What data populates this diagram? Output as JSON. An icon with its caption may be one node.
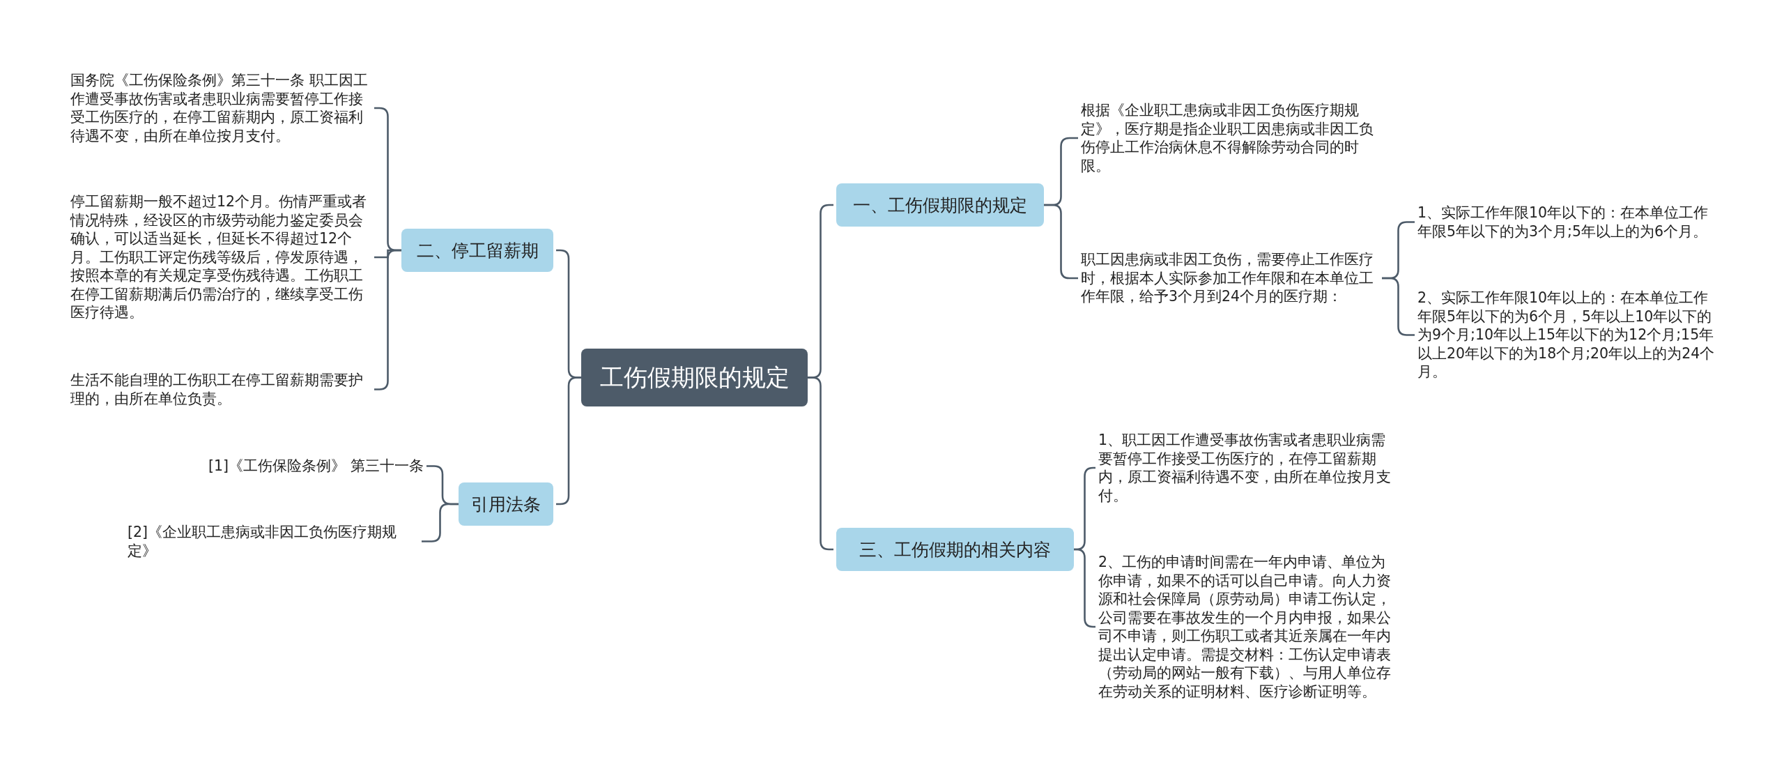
{
  "diagram": {
    "nodes": [
      {
        "text": [
          "工伤假期限的规定"
        ]
      },
      {
        "text": [
          "二、停工留薪期"
        ]
      },
      {
        "text": [
          "国务院《工伤保险条例》第三十一条 职工因工作遭受事故伤害或者患职业病需要暂停工作接受工伤医疗的，在停工留薪期内，原工资福利待遇不变，由所在单位按月支付。"
        ]
      },
      {
        "text": [
          "停工留薪期一般不超过12个月。伤情严重或者情况特殊，经设区的市级劳动能力鉴定委员会确认，可以适当延长，但延长不得超过12个月。工伤职工评定伤残等级后，停发原待遇，按照本章的有关规定享受伤残待遇。工伤职工在停工留薪期满后仍需治疗的，继续享受工伤医疗待遇。"
        ]
      },
      {
        "text": [
          "生活不能自理的工伤职工在停工留薪期需要护理的，由所在单位负责。"
        ]
      },
      {
        "text": [
          "引用法条"
        ]
      },
      {
        "text": [
          "[1]《工伤保险条例》 第三十一条"
        ]
      },
      {
        "text": [
          "[2]《企业职工患病或非因工负伤医疗期规定》"
        ]
      },
      {
        "text": [
          "一、工伤假期限的规定"
        ]
      },
      {
        "text": [
          "根据《企业职工患病或非因工负伤医疗期规定》，医疗期是指企业职工因患病或非因工负伤停止工作治病休息不得解除劳动合同的时限。"
        ]
      },
      {
        "text": [
          "职工因患病或非因工负伤，需要停止工作医疗时，根据本人实际参加工作年限和在本单位工作年限，给予3个月到24个月的医疗期："
        ]
      },
      {
        "text": [
          "1、实际工作年限10年以下的：在本单位工作年限5年以下的为3个月;5年以上的为6个月。"
        ]
      },
      {
        "text": [
          "2、实际工作年限10年以上的：在本单位工作年限5年以下的为6个月，5年以上10年以下的为9个月;10年以上15年以下的为12个月;15年以上20年以下的为18个月;20年以上的为24个月。"
        ]
      },
      {
        "text": [
          "三、工伤假期的相关内容"
        ]
      },
      {
        "text": [
          "1、职工因工作遭受事故伤害或者患职业病需要暂停工作接受工伤医疗的，在停工留薪期内，原工资福利待遇不变，由所在单位按月支付。"
        ]
      },
      {
        "text": [
          "2、工伤的申请时间需在一年内申请、单位为你申请，如果不的话可以自己申请。向人力资源和社会保障局（原劳动局）申请工伤认定，公司需要在事故发生的一个月内申报，如果公司不申请，则工伤职工或者其近亲属在一年内提出认定申请。需提交材料：工伤认定申请表（劳动局的网站一般有下载）、与用人单位存在劳动关系的证明材料、医疗诊断证明等。"
        ]
      }
    ],
    "edges": [
      {
        "from": 0,
        "to": 1,
        "arrow": "none"
      },
      {
        "from": 1,
        "to": 2,
        "arrow": "none"
      },
      {
        "from": 1,
        "to": 3,
        "arrow": "none"
      },
      {
        "from": 1,
        "to": 4,
        "arrow": "none"
      },
      {
        "from": 0,
        "to": 5,
        "arrow": "none"
      },
      {
        "from": 5,
        "to": 6,
        "arrow": "none"
      },
      {
        "from": 5,
        "to": 7,
        "arrow": "none"
      },
      {
        "from": 0,
        "to": 8,
        "arrow": "none"
      },
      {
        "from": 8,
        "to": 9,
        "arrow": "none"
      },
      {
        "from": 8,
        "to": 10,
        "arrow": "none"
      },
      {
        "from": 10,
        "to": 11,
        "arrow": "none"
      },
      {
        "from": 10,
        "to": 12,
        "arrow": "none"
      },
      {
        "from": 0,
        "to": 13,
        "arrow": "none"
      },
      {
        "from": 13,
        "to": 14,
        "arrow": "none"
      },
      {
        "from": 13,
        "to": 15,
        "arrow": "none"
      }
    ]
  }
}
